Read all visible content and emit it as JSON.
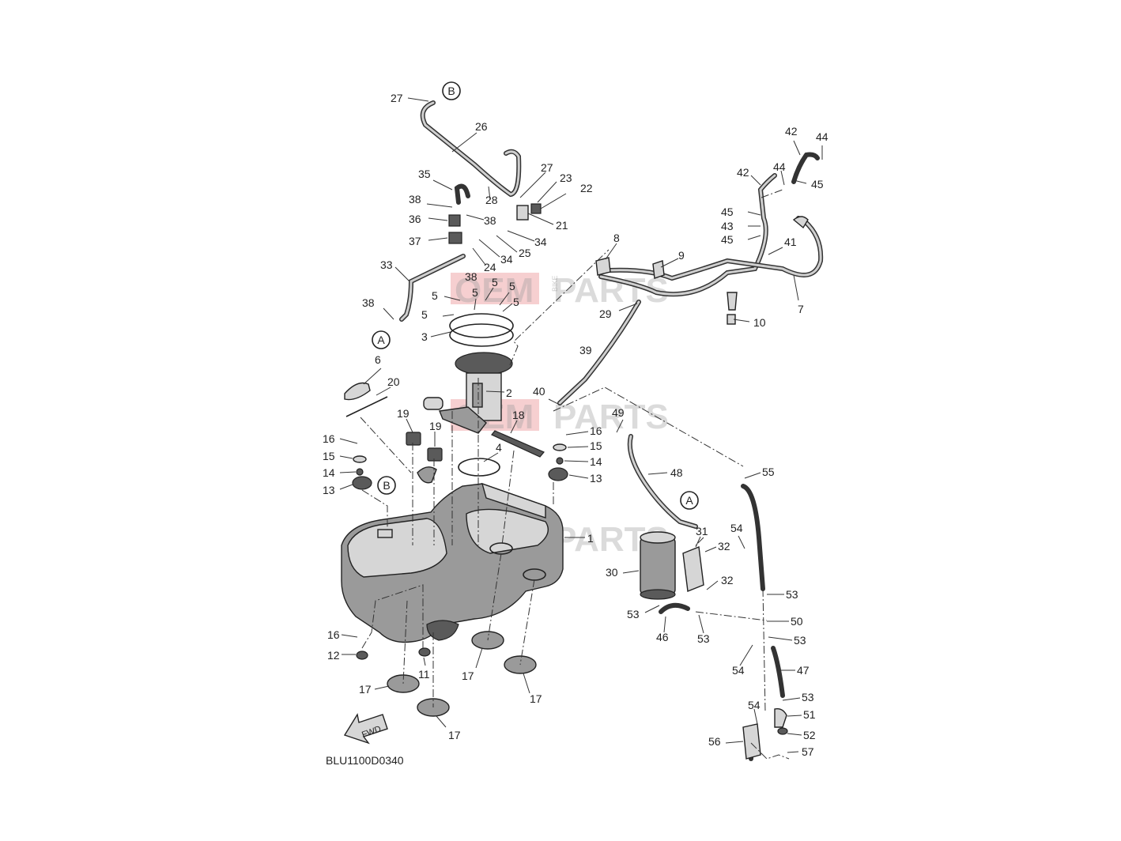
{
  "diagram_code": "BLU1100D0340",
  "fwd_label": "FWD",
  "watermark": {
    "word1": "OEM",
    "word2": "BIKE",
    "word3": "PARTS"
  },
  "refs": {
    "A": "A",
    "B": "B"
  },
  "callouts": {
    "c1": "1",
    "c2": "2",
    "c3": "3",
    "c4": "4",
    "c5a": "5",
    "c5b": "5",
    "c5c": "5",
    "c5d": "5",
    "c5e": "5",
    "c5f": "5",
    "c6": "6",
    "c7": "7",
    "c8": "8",
    "c9": "9",
    "c10": "10",
    "c11": "11",
    "c12": "12",
    "c13a": "13",
    "c13b": "13",
    "c14a": "14",
    "c14b": "14",
    "c15a": "15",
    "c15b": "15",
    "c16a": "16",
    "c16b": "16",
    "c16c": "16",
    "c17a": "17",
    "c17b": "17",
    "c17c": "17",
    "c17d": "17",
    "c18": "18",
    "c19a": "19",
    "c19b": "19",
    "c20": "20",
    "c21": "21",
    "c22": "22",
    "c23": "23",
    "c24": "24",
    "c25": "25",
    "c26": "26",
    "c27a": "27",
    "c27b": "27",
    "c28": "28",
    "c29": "29",
    "c30": "30",
    "c31": "31",
    "c32a": "32",
    "c32b": "32",
    "c33": "33",
    "c34a": "34",
    "c34b": "34",
    "c35": "35",
    "c36": "36",
    "c37": "37",
    "c38a": "38",
    "c38b": "38",
    "c38c": "38",
    "c38d": "38",
    "c39": "39",
    "c40": "40",
    "c41": "41",
    "c42a": "42",
    "c42b": "42",
    "c43": "43",
    "c44a": "44",
    "c44b": "44",
    "c45a": "45",
    "c45b": "45",
    "c45c": "45",
    "c46": "46",
    "c47": "47",
    "c48": "48",
    "c49": "49",
    "c50": "50",
    "c51": "51",
    "c52": "52",
    "c53a": "53",
    "c53b": "53",
    "c53c": "53",
    "c53d": "53",
    "c53e": "53",
    "c54a": "54",
    "c54b": "54",
    "c54c": "54",
    "c55": "55",
    "c56": "56",
    "c57": "57"
  }
}
